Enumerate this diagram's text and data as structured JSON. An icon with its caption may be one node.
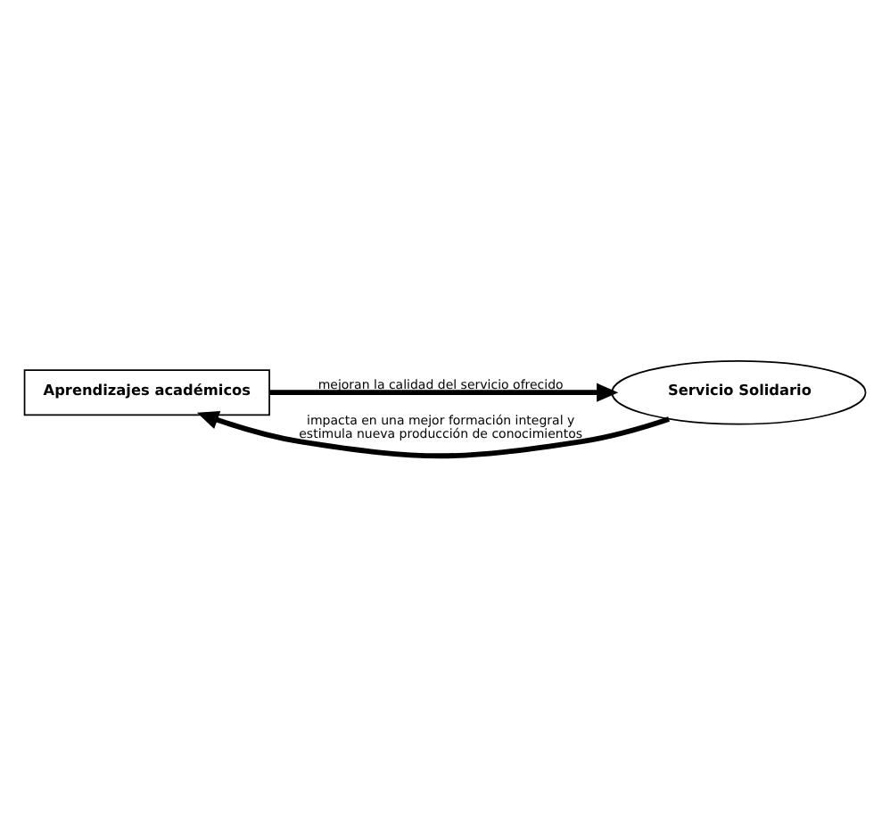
{
  "diagram": {
    "nodes": [
      {
        "text": [
          "Aprendizajes académicos"
        ]
      },
      {
        "text": [
          "Servicio Solidario"
        ]
      }
    ],
    "edges": [
      {
        "from": 0,
        "to": 1,
        "arrow": "to",
        "label": "mejoran la calidad del servicio ofrecido"
      },
      {
        "from": 1,
        "to": 0,
        "arrow": "to",
        "label": "impacta en una mejor formación integral y estimula nueva producción de conocimientos"
      }
    ]
  }
}
